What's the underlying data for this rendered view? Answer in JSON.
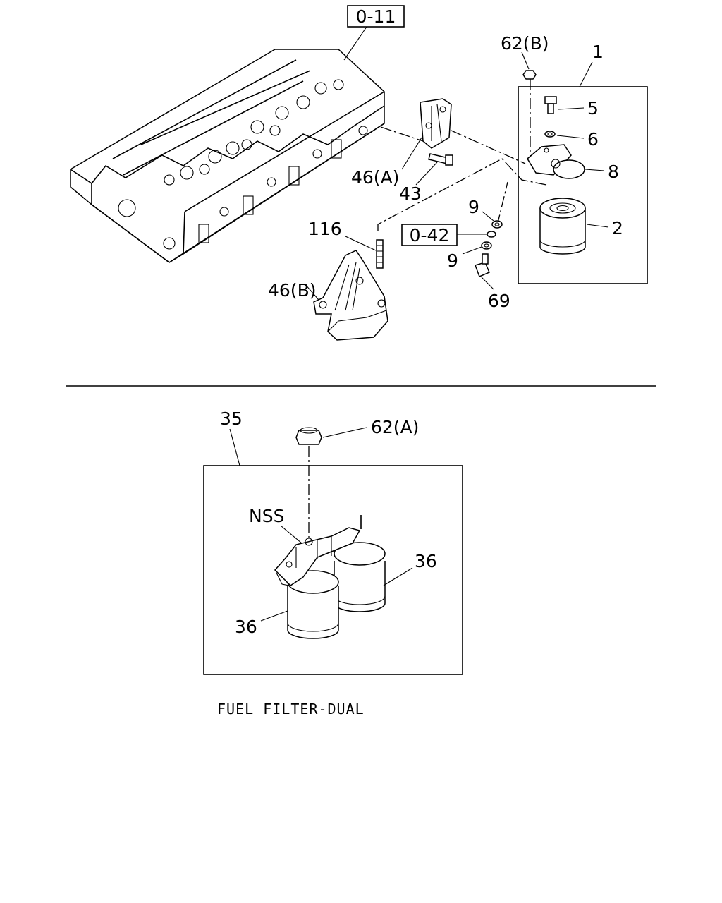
{
  "labels": {
    "ref_0_11": "0-11",
    "ref_0_42": "0-42",
    "p62b": "62(B)",
    "p1": "1",
    "p5": "5",
    "p6": "6",
    "p8": "8",
    "p2": "2",
    "p46a": "46(A)",
    "p43": "43",
    "p9_top": "9",
    "p9_bottom": "9",
    "p116": "116",
    "p46b": "46(B)",
    "p69": "69",
    "p35": "35",
    "p62a": "62(A)",
    "nss": "NSS",
    "p36_right": "36",
    "p36_left": "36"
  },
  "caption": "FUEL FILTER-DUAL"
}
